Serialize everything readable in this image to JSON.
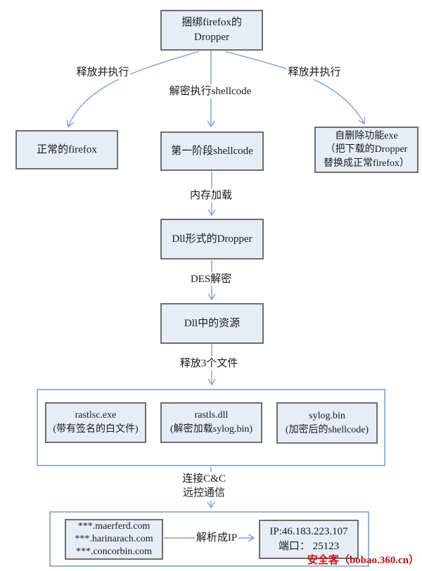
{
  "diagram": {
    "nodes": {
      "dropper": {
        "lines": [
          "捆绑firefox的",
          "Dropper"
        ]
      },
      "firefox": {
        "lines": [
          "正常的firefox"
        ]
      },
      "stage1_shellcode": {
        "lines": [
          "第一阶段shellcode"
        ]
      },
      "self_delete_exe": {
        "lines": [
          "自删除功能exe",
          "（把下载的Dropper",
          "替换成正常firefox）"
        ]
      },
      "dll_dropper": {
        "lines": [
          "Dll形式的Dropper"
        ]
      },
      "dll_resource": {
        "lines": [
          "Dll中的资源"
        ]
      },
      "rastlsc_exe": {
        "lines": [
          "rastlsc.exe",
          "(带有签名的白文件)"
        ]
      },
      "rastls_dll": {
        "lines": [
          "rastls.dll",
          "(解密加载sylog.bin)"
        ]
      },
      "sylog_bin": {
        "lines": [
          "sylog.bin",
          "(加密后的shellcode)"
        ]
      },
      "c2_domains": {
        "lines": [
          "***.maerferd.com",
          "***.harinarach.com",
          "***.concorbin.com"
        ]
      },
      "c2_ip": {
        "lines": [
          "IP:46.183.223.107",
          "端口： 25123"
        ]
      }
    },
    "edge_labels": {
      "release_exec_left": "释放并执行",
      "decrypt_exec_shellcode": "解密执行shellcode",
      "release_exec_right": "释放并执行",
      "memory_load": "内存加载",
      "des_decrypt": "DES解密",
      "release_3_files": "释放3个文件",
      "connect_cc_line1": "连接C&C",
      "connect_cc_line2": "远控通信",
      "resolve_to_ip": "解析成IP"
    },
    "watermark": "安全客（bobao.360.cn）",
    "colors": {
      "arrow_blue": "#7f9fd6",
      "node_fill": "#e7edf6",
      "node_border": "#6e6e6e",
      "container_border": "#95b3d7",
      "watermark_red": "#cc1111"
    }
  }
}
